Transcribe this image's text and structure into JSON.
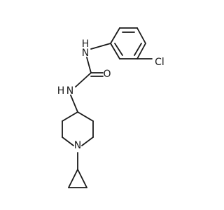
{
  "molecule": {
    "atoms": {
      "nh_top": "H",
      "n_top": "N",
      "o": "O",
      "n_left": "N",
      "nh_left": "H",
      "cl": "Cl",
      "n_ring": "N"
    }
  },
  "colors": {
    "bond": "#1a1a1a",
    "background": "#ffffff"
  }
}
